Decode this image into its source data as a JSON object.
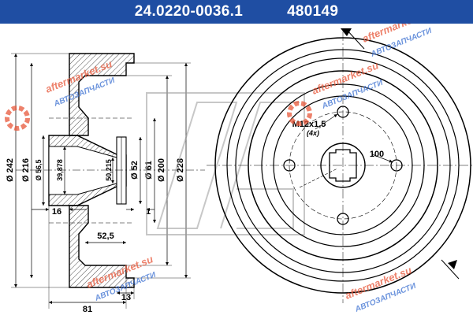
{
  "header": {
    "part_number": "24.0220-0036.1",
    "ref_number": "480149",
    "background_color": "#1f4ea3"
  },
  "side_view": {
    "dimensions": {
      "d242": "Ø 242",
      "d216": "Ø 216",
      "d56_5": "Ø 56,5",
      "d39_878": "39,878",
      "d50_215": "50,215",
      "d52": "Ø 52",
      "d61": "Ø 61",
      "d200": "Ø 200",
      "d228": "Ø 228",
      "w16": "16",
      "w1": "1",
      "w52_5": "52,5",
      "w81": "81",
      "w13": "13"
    }
  },
  "front_view": {
    "thread_label": "M12x1,5",
    "thread_count": "(4x)",
    "pcd_label": "100"
  },
  "watermarks": [
    {
      "brand": "aftermarket.su",
      "sub": "АВТОЗАПЧАСТИ"
    },
    {
      "brand": "aftermarket.su",
      "sub": "АВТОЗАПЧАСТИ"
    },
    {
      "brand": "aftermarket.su",
      "sub": "АВТОЗАПЧАСТИ"
    },
    {
      "brand": "aftermarket.su",
      "sub": "АВТОЗАПЧАСТИ"
    }
  ]
}
